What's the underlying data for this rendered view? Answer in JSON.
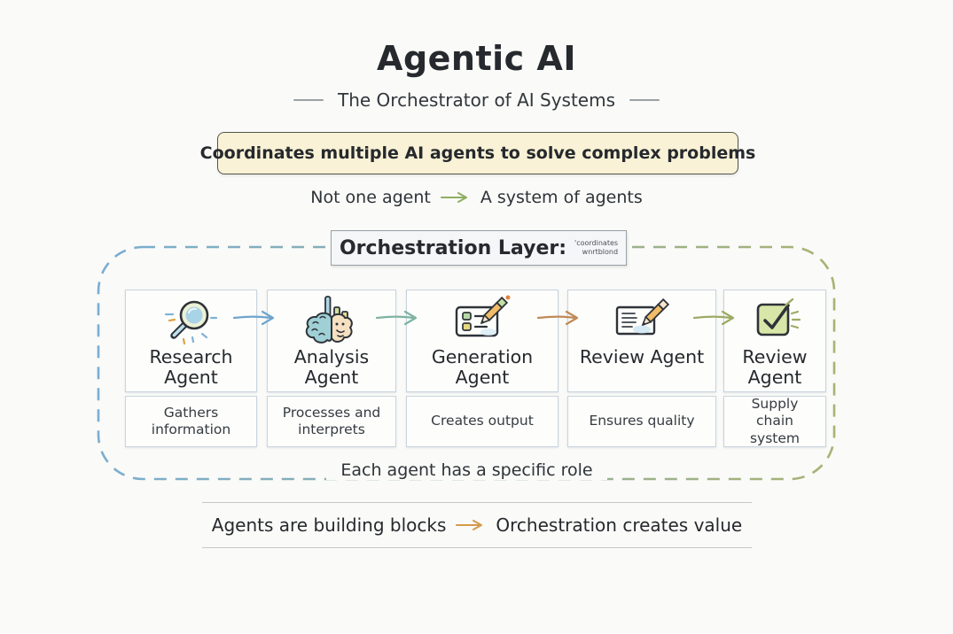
{
  "colors": {
    "background": "#fafaf8",
    "ink": "#2a2e33",
    "tagline_bg": "#f9f2d6",
    "cell_border": "#c8d4de",
    "dashed_left": "#79add2",
    "dashed_right": "#a8b273"
  },
  "header": {
    "title": "Agentic AI",
    "subtitle": "The Orchestrator of AI Systems"
  },
  "tagline": {
    "text": "Coordinates multiple AI agents to solve complex problems"
  },
  "statement": {
    "left": "Not one agent",
    "right": "A system of agents",
    "arrow_color": "#8fae62"
  },
  "orchestration": {
    "label": "Orchestration Layer:",
    "note_line1": "'coordinates",
    "note_line2": "wnrtblond",
    "caption": "Each agent has a specific role",
    "border_left_color": "#79add2",
    "border_right_color": "#a8b273"
  },
  "agents": [
    {
      "name": "Research Agent",
      "description": "Gathers information",
      "icon": "magnifier-icon"
    },
    {
      "name": "Analysis Agent",
      "description": "Processes and interprets",
      "icon": "brain-chart-icon"
    },
    {
      "name": "Generation Agent",
      "description": "Creates output",
      "icon": "checklist-pencil-icon"
    },
    {
      "name": "Review Agent",
      "description": "Ensures quality",
      "icon": "document-pencil-icon"
    },
    {
      "name": "Review Agent",
      "description": "Supply chain system",
      "icon": "checkbox-check-icon"
    }
  ],
  "flow_arrows": [
    {
      "color": "#6fa5cd"
    },
    {
      "color": "#7db3a2"
    },
    {
      "color": "#c18a56"
    },
    {
      "color": "#9cab63"
    }
  ],
  "footer": {
    "left": "Agents are building blocks",
    "right": "Orchestration creates value",
    "arrow_color": "#d49a4e"
  }
}
